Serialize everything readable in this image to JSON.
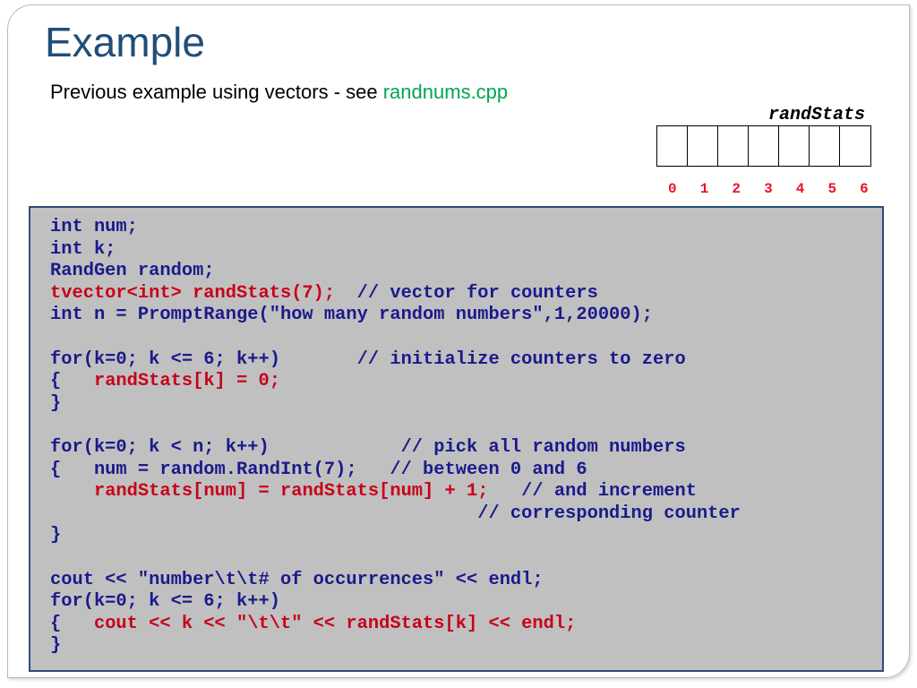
{
  "slide": {
    "title": "Example",
    "subtitle_text": "Previous example using vectors - see ",
    "subtitle_link": "randnums.cpp"
  },
  "array": {
    "label": "randStats",
    "indices": [
      "0",
      "1",
      "2",
      "3",
      "4",
      "5",
      "6"
    ]
  },
  "code": [
    [
      {
        "t": "int num;",
        "c": "blue"
      }
    ],
    [
      {
        "t": "int k;",
        "c": "blue"
      }
    ],
    [
      {
        "t": "RandGen random;",
        "c": "blue"
      }
    ],
    [
      {
        "t": "tvector<int> randStats(7);",
        "c": "red"
      },
      {
        "t": "  // vector for counters",
        "c": "blue"
      }
    ],
    [
      {
        "t": "int n = PromptRange(\"how many random numbers\",1,20000);",
        "c": "blue"
      }
    ],
    [],
    [
      {
        "t": "for(k=0; k <= 6; k++)       // initialize counters to zero",
        "c": "blue"
      }
    ],
    [
      {
        "t": "{   ",
        "c": "blue"
      },
      {
        "t": "randStats[k] = 0;",
        "c": "red"
      }
    ],
    [
      {
        "t": "}",
        "c": "blue"
      }
    ],
    [],
    [
      {
        "t": "for(k=0; k < n; k++)            // pick all random numbers",
        "c": "blue"
      }
    ],
    [
      {
        "t": "{   num = random.RandInt(7);   // between 0 and 6",
        "c": "blue"
      }
    ],
    [
      {
        "t": "    ",
        "c": "blue"
      },
      {
        "t": "randStats[num] = randStats[num] + 1;",
        "c": "red"
      },
      {
        "t": "   // and increment",
        "c": "blue"
      }
    ],
    [
      {
        "t": "                                       // corresponding counter",
        "c": "blue"
      }
    ],
    [
      {
        "t": "}",
        "c": "blue"
      }
    ],
    [],
    [
      {
        "t": "cout << \"number\\t\\t# of occurrences\" << endl;",
        "c": "blue"
      }
    ],
    [
      {
        "t": "for(k=0; k <= 6; k++)",
        "c": "blue"
      }
    ],
    [
      {
        "t": "{   ",
        "c": "blue"
      },
      {
        "t": "cout << k << \"\\t\\t\" << randStats[k] << endl;",
        "c": "red"
      }
    ],
    [
      {
        "t": "}",
        "c": "blue"
      }
    ]
  ],
  "colors": {
    "title": "#1f4e79",
    "link": "#00a550",
    "code_blue": "#1a1a8c",
    "code_red": "#c8001a",
    "code_bg": "#c0c0c0",
    "index_red": "#e8102f"
  }
}
